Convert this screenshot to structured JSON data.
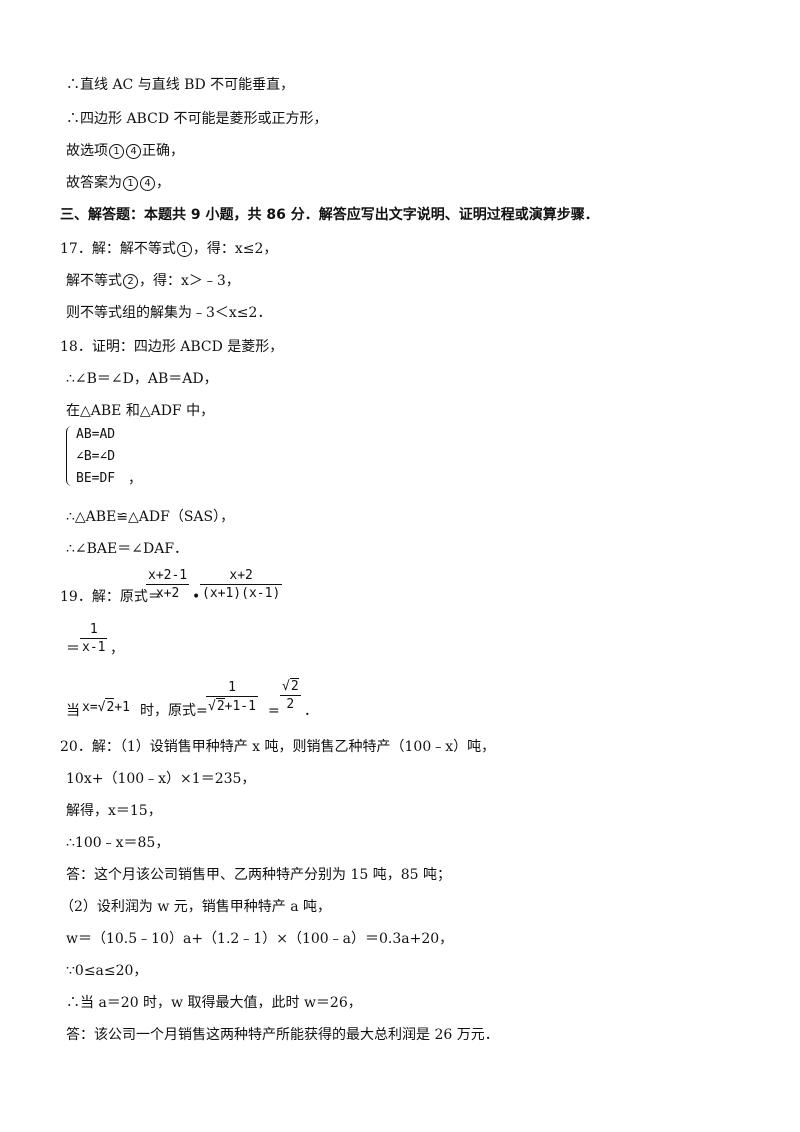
{
  "lines": {
    "l1": "∴直线 AC 与直线 BD 不可能垂直，",
    "l2": "∴四边形 ABCD 不可能是菱形或正方形，",
    "l3a": "故选项",
    "l3b": "正确，",
    "l4a": "故答案为",
    "l4b": "，",
    "circ1": "1",
    "circ4": "4",
    "circ2": "2",
    "section3": "三、解答题：本题共 9 小题，共 86 分．解答应写出文字说明、证明过程或演算步骤．",
    "q17a": "17．解：解不等式",
    "q17b": "，得：x≤2，",
    "q17c": "解不等式",
    "q17d": "，得：x＞﹣3，",
    "q17e": "则不等式组的解集为﹣3＜x≤2．",
    "q18a": "18．证明：四边形 ABCD 是菱形，",
    "q18b": "∴∠B＝∠D，AB＝AD，",
    "q18c": "在△ABE 和△ADF 中，",
    "sys1": "AB=AD",
    "sys2": "∠B=∠D",
    "sys3": "BE=DF",
    "sys_comma": "，",
    "q18d": "∴△ABE≌△ADF（SAS），",
    "q18e": "∴∠BAE＝∠DAF．",
    "q19a": "19．解：原式＝",
    "q19_f1_num": "x+2-1",
    "q19_f1_den": "x+2",
    "q19_dot": "•",
    "q19_f2_num": "x+2",
    "q19_f2_den": "(x+1)(x-1)",
    "q19_eq": "＝",
    "q19_f3_num": "1",
    "q19_f3_den": "x-1",
    "q19_comma": "，",
    "q19_when": "当",
    "q19_xeq": "x=",
    "q19_sqrt2": "2",
    "q19_plus1": "+1",
    "q19_shi": "时，原式=",
    "q19_f4_num": "1",
    "q19_f4_den_sqrt": "2",
    "q19_f4_den_rest": "+1-1",
    "q19_eq2": "=",
    "q19_f5_num_sqrt": "2",
    "q19_f5_den": "2",
    "q19_period": "．",
    "q20a": "20．解：（1）设销售甲种特产 x 吨，则销售乙种特产（100﹣x）吨，",
    "q20b": "10x+（100﹣x）×1＝235，",
    "q20c": "解得，x＝15，",
    "q20d": "∴100﹣x＝85，",
    "q20e": "答：这个月该公司销售甲、乙两种特产分别为 15 吨，85 吨；",
    "q20f": "（2）设利润为 w 元，销售甲种特产 a 吨，",
    "q20g": "w＝（10.5﹣10）a+（1.2﹣1）×（100﹣a）＝0.3a+20，",
    "q20h": "∵0≤a≤20，",
    "q20i": "∴当 a＝20 时，w 取得最大值，此时 w＝26，",
    "q20j": "答：该公司一个月销售这两种特产所能获得的最大总利润是 26 万元．"
  }
}
